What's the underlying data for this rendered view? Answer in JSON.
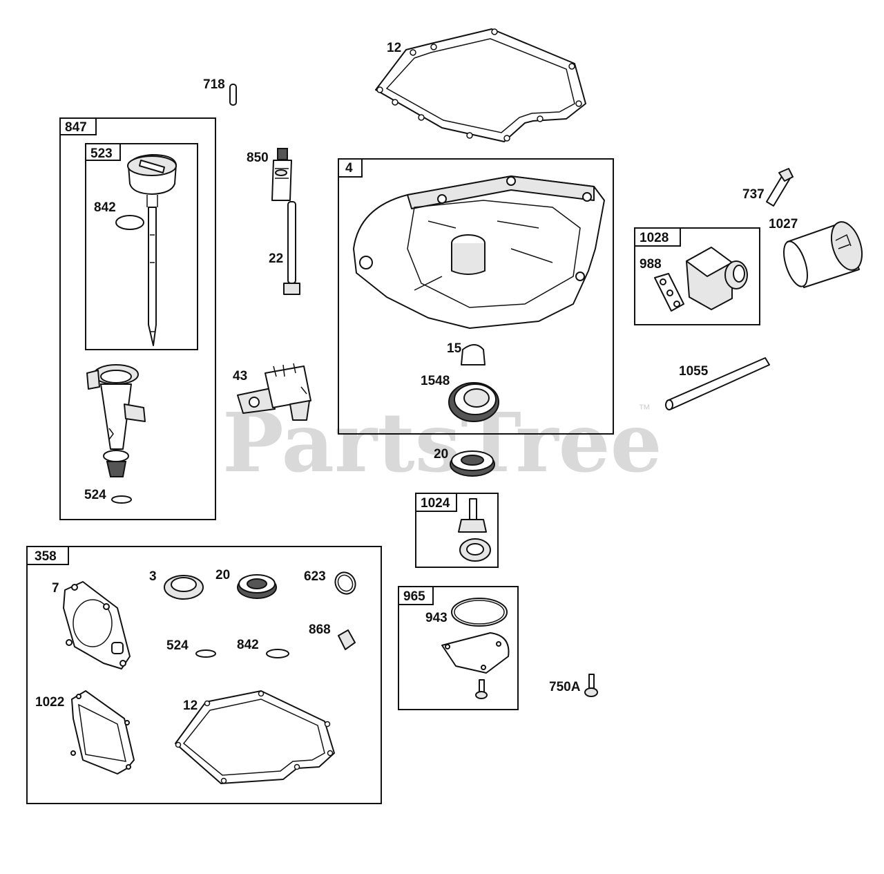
{
  "watermark": {
    "text": "PartsTree",
    "trademark": "™"
  },
  "groups": [
    {
      "id": "847",
      "inner": "523"
    },
    {
      "id": "4"
    },
    {
      "id": "1028"
    },
    {
      "id": "1024"
    },
    {
      "id": "358"
    },
    {
      "id": "965"
    }
  ],
  "labels": {
    "l12_top": "12",
    "l718": "718",
    "l850": "850",
    "l22": "22",
    "l43": "43",
    "l842_top": "842",
    "l524_top": "524",
    "l15": "15",
    "l1548": "1548",
    "l20_mid": "20",
    "l737": "737",
    "l1027": "1027",
    "l988": "988",
    "l1055": "1055",
    "l3": "3",
    "l20_kit": "20",
    "l623": "623",
    "l7": "7",
    "l868": "868",
    "l524_kit": "524",
    "l842_kit": "842",
    "l1022": "1022",
    "l12_kit": "12",
    "l943": "943",
    "l750A": "750A"
  }
}
